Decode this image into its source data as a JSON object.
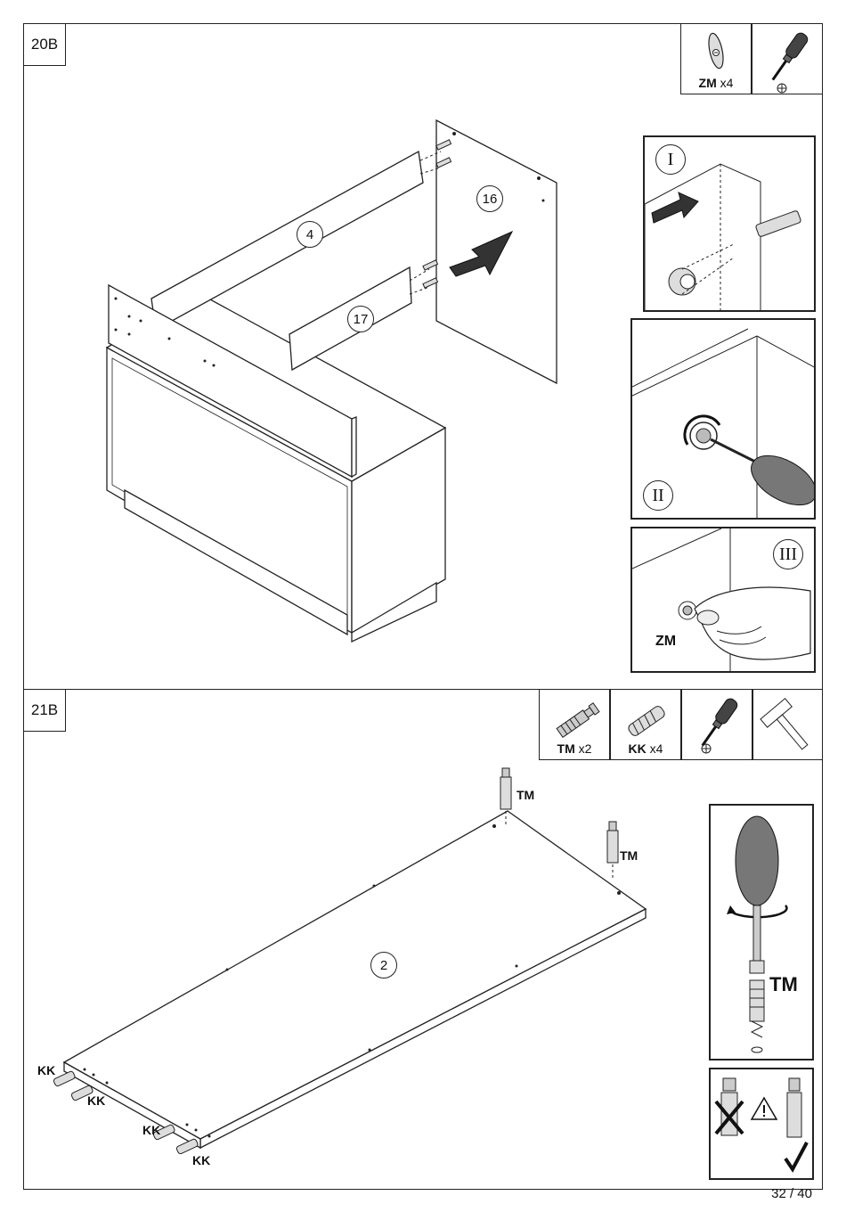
{
  "page": {
    "number": "32 / 40"
  },
  "step20b": {
    "label": "20B",
    "tools": [
      {
        "code": "ZM",
        "qty": "x4",
        "icon": "cam-lock-icon"
      },
      {
        "code": "",
        "qty": "",
        "icon": "phillips-screwdriver-icon"
      }
    ],
    "parts": [
      "4",
      "16",
      "17"
    ],
    "details": {
      "i": {
        "roman": "I"
      },
      "ii": {
        "roman": "II"
      },
      "iii": {
        "roman": "III",
        "callout": "ZM"
      }
    }
  },
  "step21b": {
    "label": "21B",
    "tools": [
      {
        "code": "TM",
        "qty": "x2",
        "icon": "cam-bolt-icon"
      },
      {
        "code": "KK",
        "qty": "x4",
        "icon": "wooden-dowel-icon"
      },
      {
        "code": "",
        "qty": "",
        "icon": "phillips-screwdriver-icon"
      },
      {
        "code": "",
        "qty": "",
        "icon": "hammer-icon"
      }
    ],
    "part": "2",
    "callouts": {
      "tm": "TM",
      "kk": "KK"
    },
    "detail": {
      "callout": "TM"
    }
  }
}
